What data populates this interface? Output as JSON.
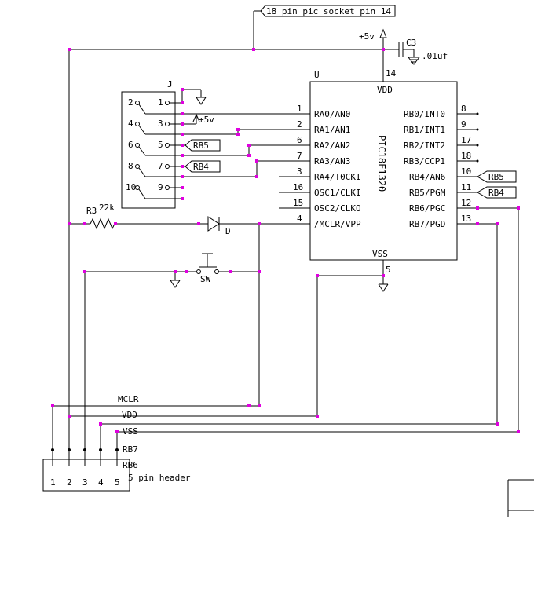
{
  "socket_label": "18 pin pic socket pin 14",
  "power": {
    "vplus": "+5v",
    "vplus2": "+5v",
    "cap_name": "C3",
    "cap_value": ".01uf"
  },
  "chip": {
    "ref": "U",
    "part": "PIC18F1320",
    "vdd_label": "VDD",
    "vdd_pin": "14",
    "vss_label": "VSS",
    "vss_pin": "5",
    "left_pins": [
      {
        "num": "1",
        "name": "RA0/AN0"
      },
      {
        "num": "2",
        "name": "RA1/AN1"
      },
      {
        "num": "6",
        "name": "RA2/AN2"
      },
      {
        "num": "7",
        "name": "RA3/AN3"
      },
      {
        "num": "3",
        "name": "RA4/T0CKI"
      },
      {
        "num": "16",
        "name": "OSC1/CLKI"
      },
      {
        "num": "15",
        "name": "OSC2/CLKO"
      },
      {
        "num": "4",
        "name": "/MCLR/VPP"
      }
    ],
    "right_pins": [
      {
        "num": "8",
        "name": "RB0/INT0"
      },
      {
        "num": "9",
        "name": "RB1/INT1"
      },
      {
        "num": "17",
        "name": "RB2/INT2"
      },
      {
        "num": "18",
        "name": "RB3/CCP1"
      },
      {
        "num": "10",
        "name": "RB4/AN6"
      },
      {
        "num": "11",
        "name": "RB5/PGM"
      },
      {
        "num": "12",
        "name": "RB6/PGC"
      },
      {
        "num": "13",
        "name": "RB7/PGD"
      }
    ]
  },
  "jumper": {
    "ref": "J",
    "left_pins": [
      "2",
      "4",
      "6",
      "8",
      "10"
    ],
    "right_pins": [
      "1",
      "3",
      "5",
      "7",
      "9"
    ],
    "flag_rb5": "RB5",
    "flag_rb4": "RB4"
  },
  "right_flags": {
    "rb5": "RB5",
    "rb4": "RB4"
  },
  "resistor": {
    "ref": "R3",
    "value": "22k"
  },
  "diode": {
    "ref": "D"
  },
  "switch": {
    "ref": "SW"
  },
  "nets": {
    "mclr": "MCLR",
    "vdd": "VDD",
    "vss": "VSS",
    "rb7": "RB7",
    "rb6": "RB6"
  },
  "header": {
    "title": "5 pin header",
    "pins": [
      "1",
      "2",
      "3",
      "4",
      "5"
    ]
  }
}
